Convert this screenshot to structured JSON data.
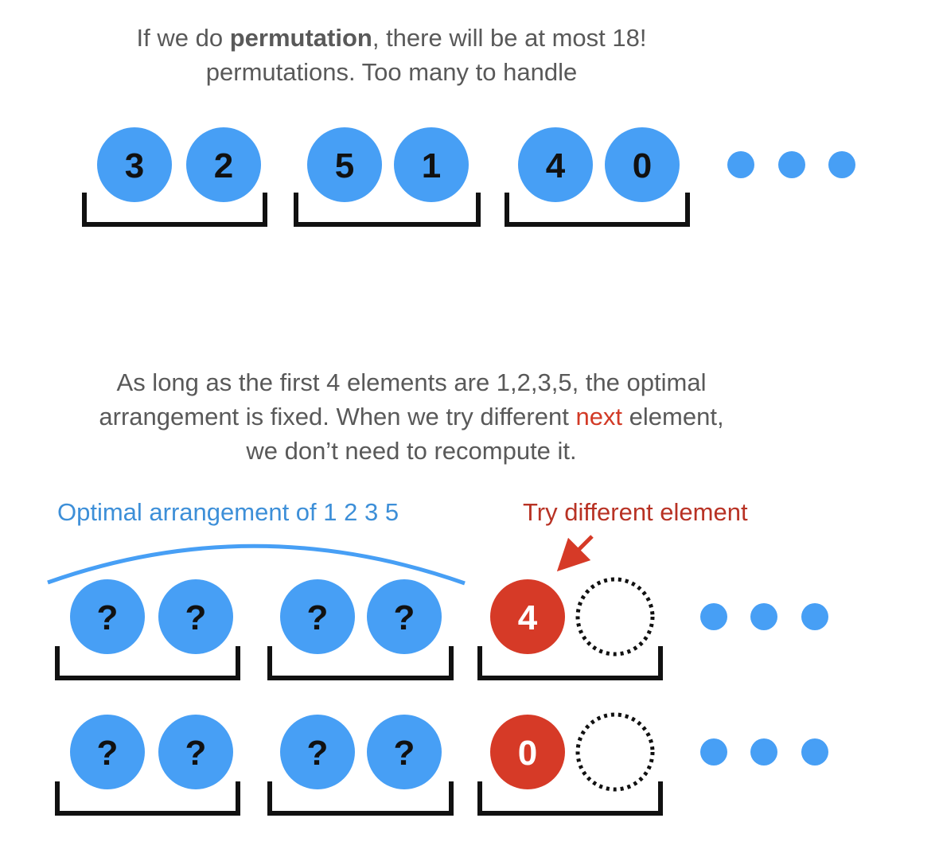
{
  "top_text": {
    "line1_pre": "If we do ",
    "line1_bold": "permutation",
    "line1_post": ", there will be at most 18!",
    "line2": "permutations. Too many to handle"
  },
  "top_row": {
    "balls": [
      "3",
      "2",
      "5",
      "1",
      "4",
      "0"
    ]
  },
  "middle_text": {
    "line1": "As long as the first 4 elements are 1,2,3,5, the optimal",
    "line2_pre": "arrangement is fixed. When we try different ",
    "line2_red": "next",
    "line2_post": " element,",
    "line3": "we don’t need to recompute it."
  },
  "optimal_label": "Optimal arrangement of 1 2 3 5",
  "try_label": "Try different element",
  "rows": [
    {
      "unknowns": [
        "?",
        "?",
        "?",
        "?"
      ],
      "tried": "4"
    },
    {
      "unknowns": [
        "?",
        "?",
        "?",
        "?"
      ],
      "tried": "0"
    }
  ],
  "colors": {
    "ball_blue": "#479ff5",
    "ball_red": "#d63a27",
    "label_blue": "#3d8fd8",
    "label_red": "#b83224",
    "text_gray": "#595959"
  }
}
